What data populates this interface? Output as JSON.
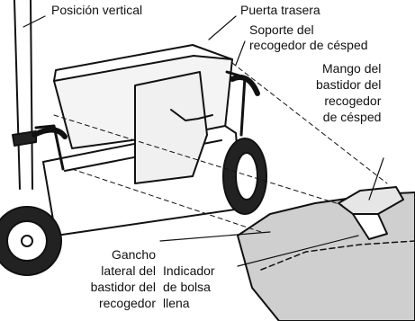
{
  "labels": {
    "upright": "Posición vertical",
    "rear_door": "Puerta trasera",
    "bag_support": [
      "Soporte del",
      "recogedor de césped"
    ],
    "bag_frame_handle": [
      "Mango del",
      "bastidor del",
      "recogedor",
      "de césped"
    ],
    "side_hook": [
      "Gancho",
      "lateral del",
      "bastidor del",
      "recogedor"
    ],
    "full_bag_indicator": [
      "Indicador",
      "de bolsa",
      "llena"
    ]
  }
}
